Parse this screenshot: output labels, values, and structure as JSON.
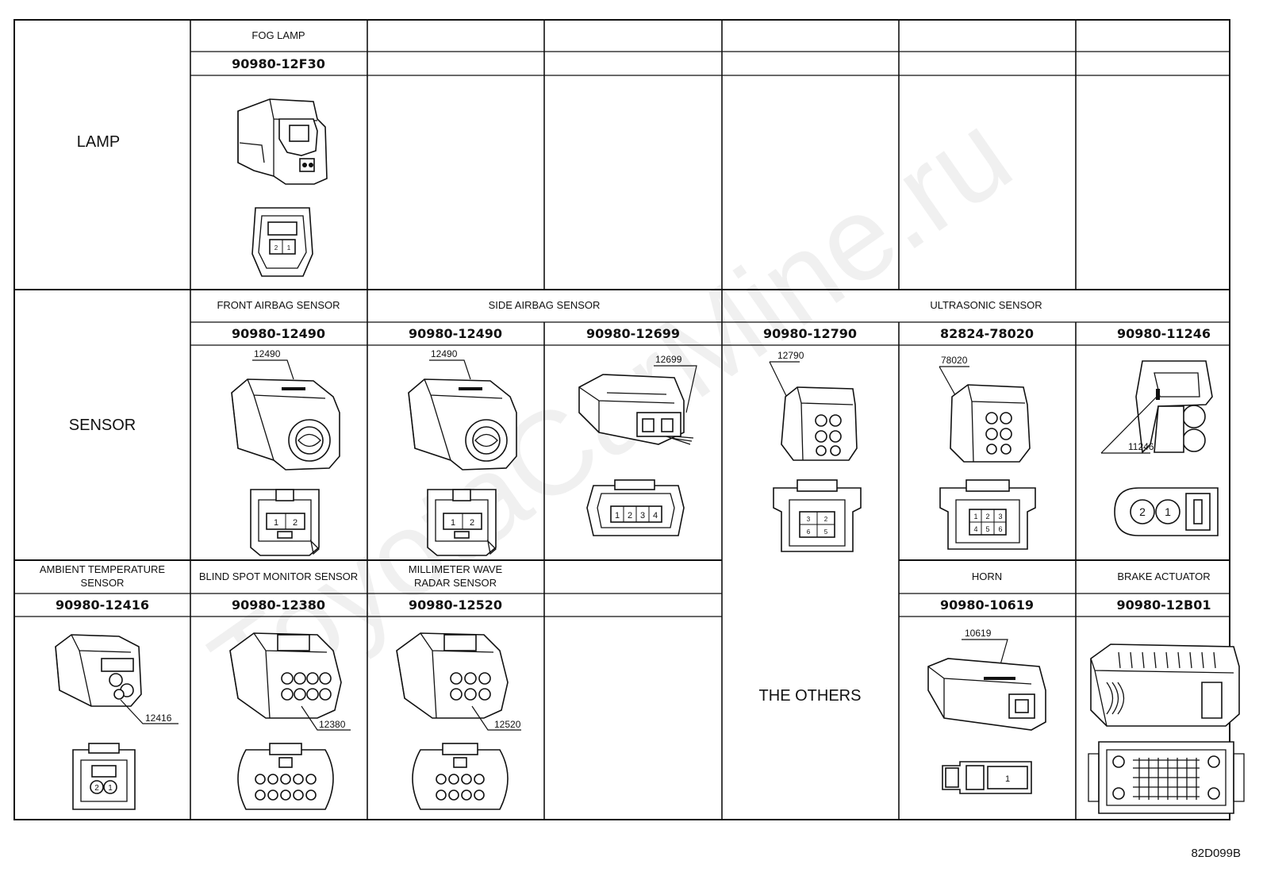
{
  "categories": {
    "lamp": "LAMP",
    "sensor": "SENSOR",
    "others": "THE OTHERS"
  },
  "lamp": {
    "fog_lamp": {
      "label": "FOG LAMP",
      "part": "90980-12F30",
      "pins": [
        "2",
        "1"
      ]
    }
  },
  "sensor": {
    "front_airbag": {
      "label": "FRONT AIRBAG SENSOR",
      "part": "90980-12490",
      "callout": "12490",
      "pins": [
        "1",
        "2"
      ]
    },
    "side_airbag": {
      "label": "SIDE AIRBAG SENSOR",
      "items": [
        {
          "part": "90980-12490",
          "callout": "12490",
          "pins": [
            "1",
            "2"
          ]
        },
        {
          "part": "90980-12699",
          "callout": "12699",
          "pins": [
            "1",
            "2",
            "3",
            "4"
          ]
        }
      ]
    },
    "ultrasonic": {
      "label": "ULTRASONIC SENSOR",
      "items": [
        {
          "part": "90980-12790",
          "callout": "12790",
          "pins": [
            "3",
            "2",
            "6",
            "5"
          ]
        },
        {
          "part": "82824-78020",
          "callout": "78020",
          "pins": [
            "1",
            "2",
            "3",
            "4",
            "5",
            "6"
          ]
        },
        {
          "part": "90980-11246",
          "callout": "11246",
          "pins": [
            "2",
            "1"
          ]
        }
      ]
    },
    "ambient_temp": {
      "label_line1": "AMBIENT TEMPERATURE",
      "label_line2": "SENSOR",
      "part": "90980-12416",
      "callout": "12416",
      "pins": [
        "2",
        "1"
      ]
    },
    "blind_spot": {
      "label": "BLIND SPOT MONITOR SENSOR",
      "part": "90980-12380",
      "callout": "12380"
    },
    "mmwave": {
      "label_line1": "MILLIMETER WAVE",
      "label_line2": "RADAR SENSOR",
      "part": "90980-12520",
      "callout": "12520"
    }
  },
  "others": {
    "horn": {
      "label": "HORN",
      "part": "90980-10619",
      "callout": "10619",
      "pins": [
        "1"
      ]
    },
    "brake": {
      "label": "BRAKE ACTUATOR",
      "part": "90980-12B01"
    }
  },
  "diagram_code": "82D099B",
  "watermark": "ToyotaCarMine.ru"
}
